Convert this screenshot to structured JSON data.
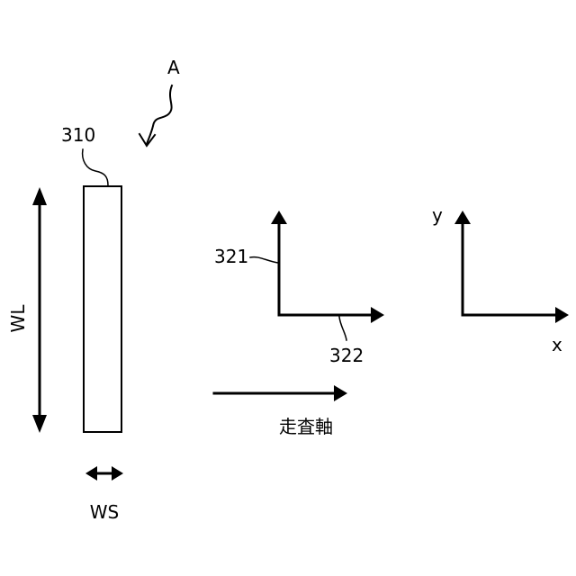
{
  "labels": {
    "view_marker": "A",
    "element_ref": "310",
    "length_label": "WL",
    "width_label": "WS",
    "axis_ref_1": "321",
    "axis_ref_2": "322",
    "scan_axis": "走査軸",
    "x_axis": "x",
    "y_axis": "y"
  }
}
